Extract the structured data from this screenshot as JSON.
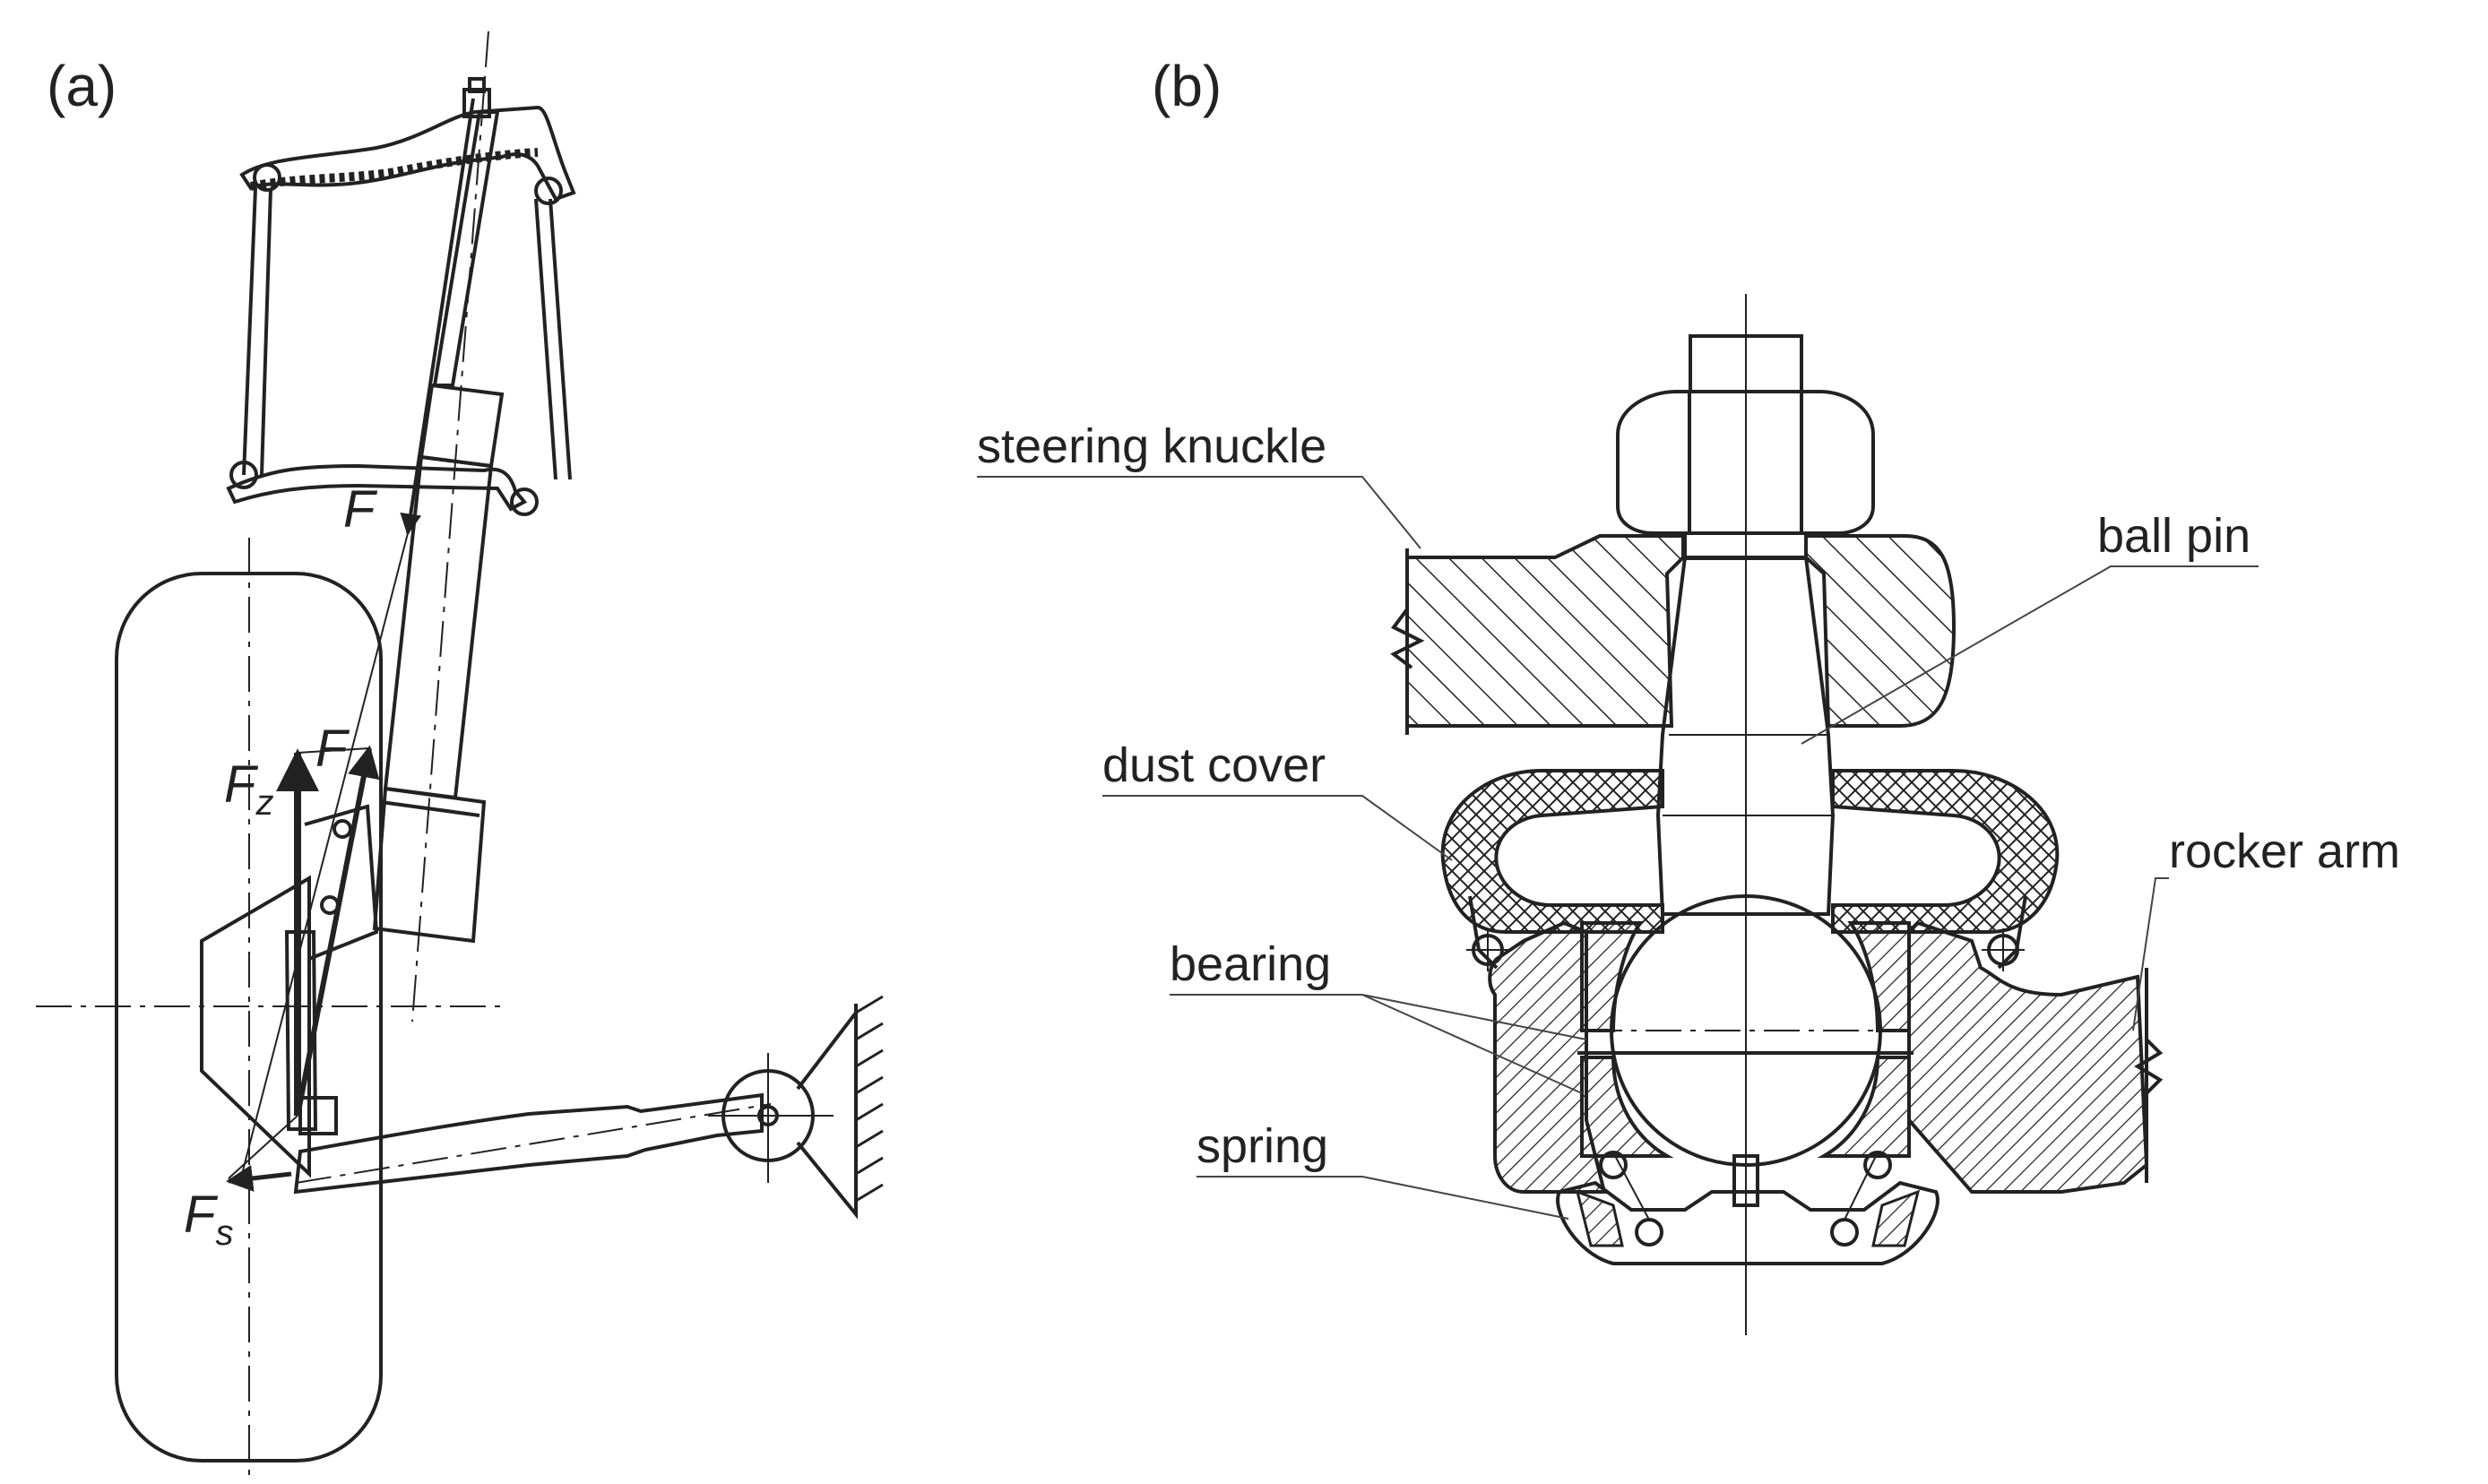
{
  "panels": {
    "a": {
      "label": "(a)"
    },
    "b": {
      "label": "(b)"
    }
  },
  "forces": {
    "F": {
      "base": "F",
      "sub": ""
    },
    "F_z": {
      "base": "F",
      "sub": "z"
    },
    "F_top": {
      "base": "F",
      "sub": ""
    },
    "F_s": {
      "base": "F",
      "sub": "s"
    }
  },
  "labels": {
    "steering_knuckle": "steering knuckle",
    "ball_pin": "ball pin",
    "dust_cover": "dust cover",
    "rocker_arm": "rocker arm",
    "bearing": "bearing",
    "spring": "spring"
  }
}
